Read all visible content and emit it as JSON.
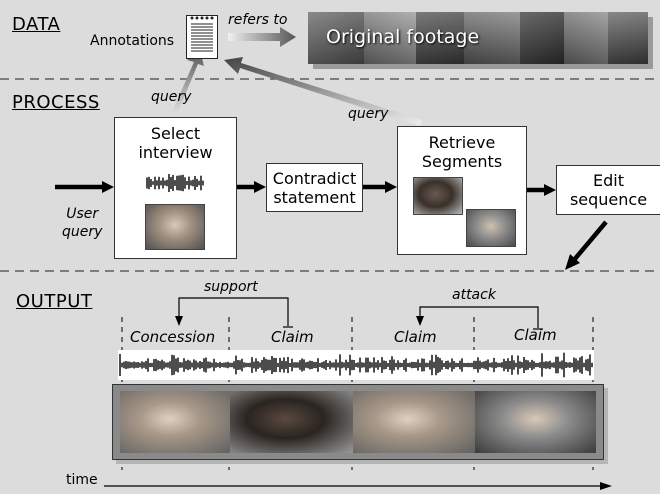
{
  "sections": {
    "data": "DATA",
    "process": "PROCESS",
    "output": "OUTPUT"
  },
  "data_row": {
    "annotations_label": "Annotations",
    "refers_to_label": "refers to",
    "footage_label": "Original footage"
  },
  "edges": {
    "query_left": "query",
    "query_right": "query",
    "user_query": "User\nquery"
  },
  "process": {
    "select_interview": "Select\ninterview",
    "contradict_statement": "Contradict\nstatement",
    "retrieve_segments": "Retrieve\nSegments",
    "edit_sequence": "Edit\nsequence"
  },
  "output": {
    "support_label": "support",
    "attack_label": "attack",
    "segments": [
      "Concession",
      "Claim",
      "Claim",
      "Claim"
    ],
    "time_label": "time"
  },
  "colors": {
    "background": "#dcdcdc",
    "footage_banner": "#6a6a6a",
    "arrow": "#000000"
  }
}
